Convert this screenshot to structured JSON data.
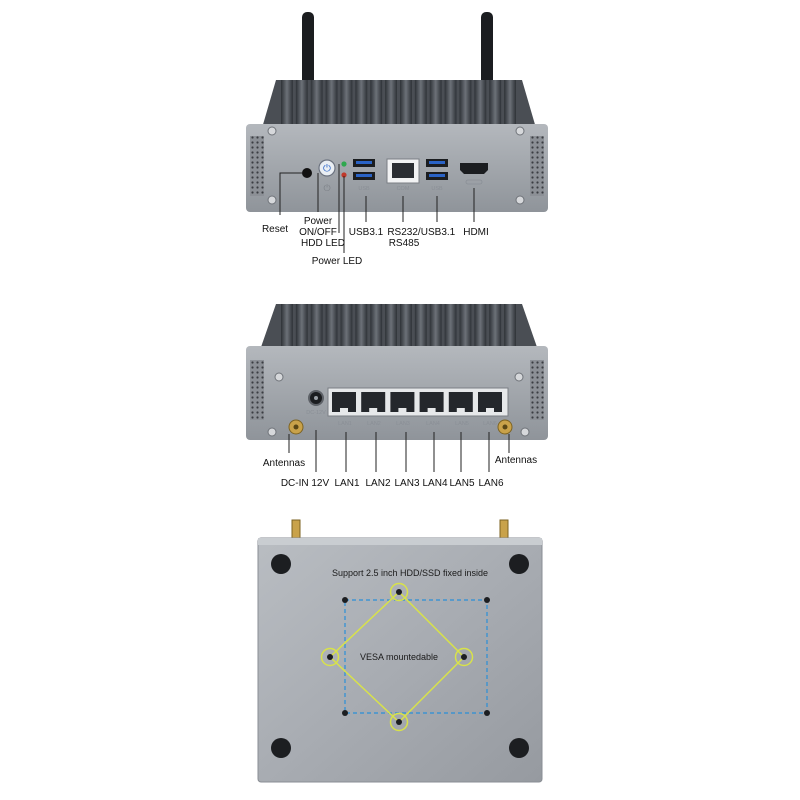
{
  "front_panel": {
    "callouts": {
      "reset": "Reset",
      "power_switch_line1": "Power",
      "power_switch_line2": "ON/OFF",
      "hdd_led": "HDD LED",
      "power_led": "Power LED",
      "usb_left": "USB3.1",
      "com_line1": "RS232/",
      "com_line2": "RS485",
      "usb_right": "USB3.1",
      "hdmi": "HDMI"
    },
    "port_labels": {
      "usb_left": "USB",
      "com": "COM",
      "usb_right": "USB"
    }
  },
  "rear_panel": {
    "callouts": {
      "antennas_left": "Antennas",
      "antennas_right": "Antennas",
      "dc_in": "DC-IN 12V",
      "lan1": "LAN1",
      "lan2": "LAN2",
      "lan3": "LAN3",
      "lan4": "LAN4",
      "lan5": "LAN5",
      "lan6": "LAN6"
    },
    "port_labels": {
      "dc": "DC-12V",
      "lan1": "LAN1",
      "lan2": "LAN2",
      "lan3": "LAN3",
      "lan4": "LAN4",
      "lan5": "LAN5",
      "lan6": "LAN6"
    }
  },
  "bottom_panel": {
    "hdd_note": "Support 2.5 inch HDD/SSD fixed inside",
    "vesa_note": "VESA mountedable"
  },
  "colors": {
    "chassis": "#9ea3a9",
    "heatsink_dark": "#3d4147",
    "vesa_yellow": "#d8e24a",
    "vesa_blue": "#2a8fd8",
    "usb_blue": "#2a63c6"
  }
}
